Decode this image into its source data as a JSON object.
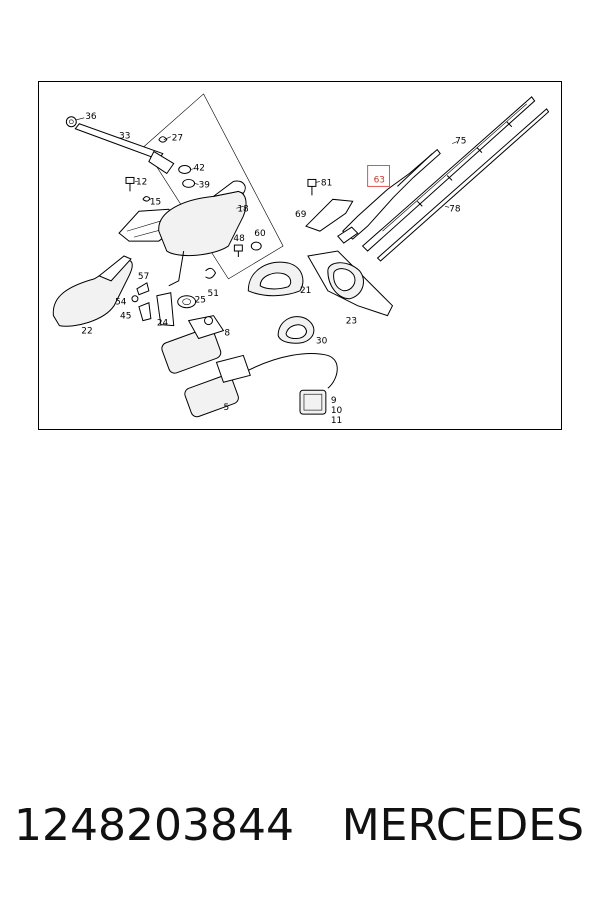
{
  "diagram": {
    "highlight_color": "#e05050",
    "labels": {
      "p36": "36",
      "p33": "33",
      "p27": "27",
      "p42": "42",
      "p12": "12",
      "p39": "39",
      "p15": "15",
      "p18": "18",
      "p48": "48",
      "p60": "60",
      "p57": "57",
      "p54": "54",
      "p25": "25",
      "p45": "45",
      "p24": "24",
      "p51": "51",
      "p22": "22",
      "p8": "8",
      "p81": "81",
      "p69": "69",
      "p63": "63",
      "p75": "75",
      "p78": "78",
      "p21": "21",
      "p23": "23",
      "p30": "30",
      "p5": "5",
      "p9": "9",
      "p10": "10",
      "p11": "11"
    }
  },
  "caption": {
    "part_number": "1248203844",
    "brand": "MERCEDES"
  }
}
